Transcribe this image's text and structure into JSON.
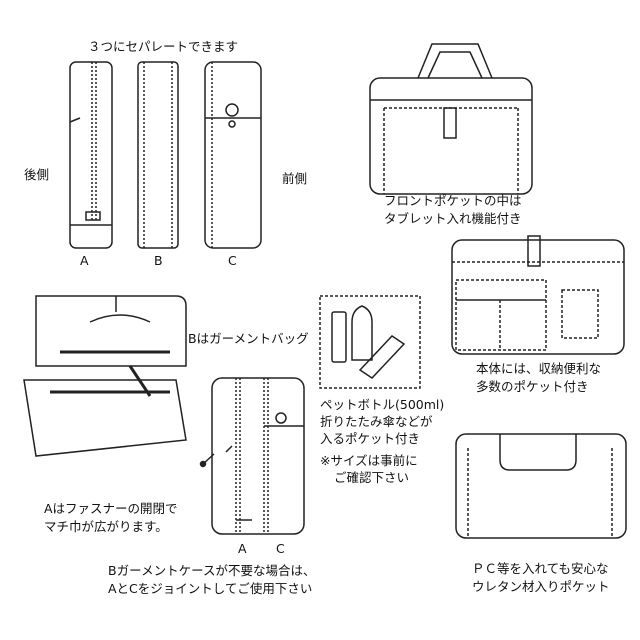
{
  "texts": {
    "separate": "３つにセパレートできます",
    "back_side": "後側",
    "front_side": "前側",
    "label_a": "A",
    "label_b": "B",
    "label_c": "C",
    "front_pocket_line1": "フロントポケットの中は",
    "front_pocket_line2": "タブレット入れ機能付き",
    "garment_bag": "Bはガーメントバッグ",
    "body_line1": "本体には、収納便利な",
    "body_line2": "多数のポケット付き",
    "bottle_line1": "ペットボトル(500ml)",
    "bottle_line2": "折りたたみ傘などが",
    "bottle_line3": "入るポケット付き",
    "note_line1": "※サイズは事前に",
    "note_line2": "ご確認下さい",
    "zip_line1": "Aはファスナーの開閉で",
    "zip_line2": "マチ巾が広がります。",
    "label_a2": "A",
    "label_c2": "C",
    "joint_line1": "Bガーメントケースが不要な場合は、",
    "joint_line2": "AとCをジョイントしてご使用下さい",
    "pc_line1": "ＰＣ等を入れても安心な",
    "pc_line2": "ウレタン材入りポケット"
  }
}
